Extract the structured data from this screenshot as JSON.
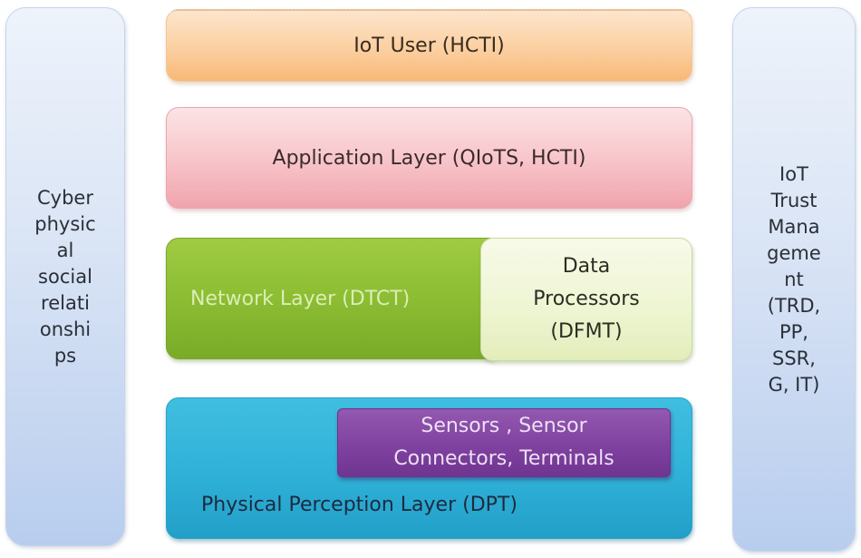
{
  "diagram": {
    "left_panel": {
      "label": "Cyber\nphysic\nal\nsocial\nrelati\nonshi\nps"
    },
    "right_panel": {
      "label": "IoT\nTrust\nMana\ngeme\nnt\n(TRD,\nPP,\nSSR,\nG, IT)"
    },
    "layers": {
      "iot_user": {
        "label": "IoT User (HCTI)",
        "color": "#fbcd9c"
      },
      "application": {
        "label": "Application Layer (QIoTS, HCTI)",
        "color": "#f7c3c8"
      },
      "network": {
        "label": "Network Layer (DTCT)",
        "color": "#8cbd33"
      },
      "data_processors": {
        "label": "Data\nProcessors\n(DFMT)",
        "color": "#eef5d2"
      },
      "physical": {
        "label": "Physical Perception Layer (DPT)",
        "color": "#2fb1d8"
      },
      "sensors": {
        "label": "Sensors , Sensor\nConnectors, Terminals",
        "color": "#7e409e"
      }
    }
  }
}
